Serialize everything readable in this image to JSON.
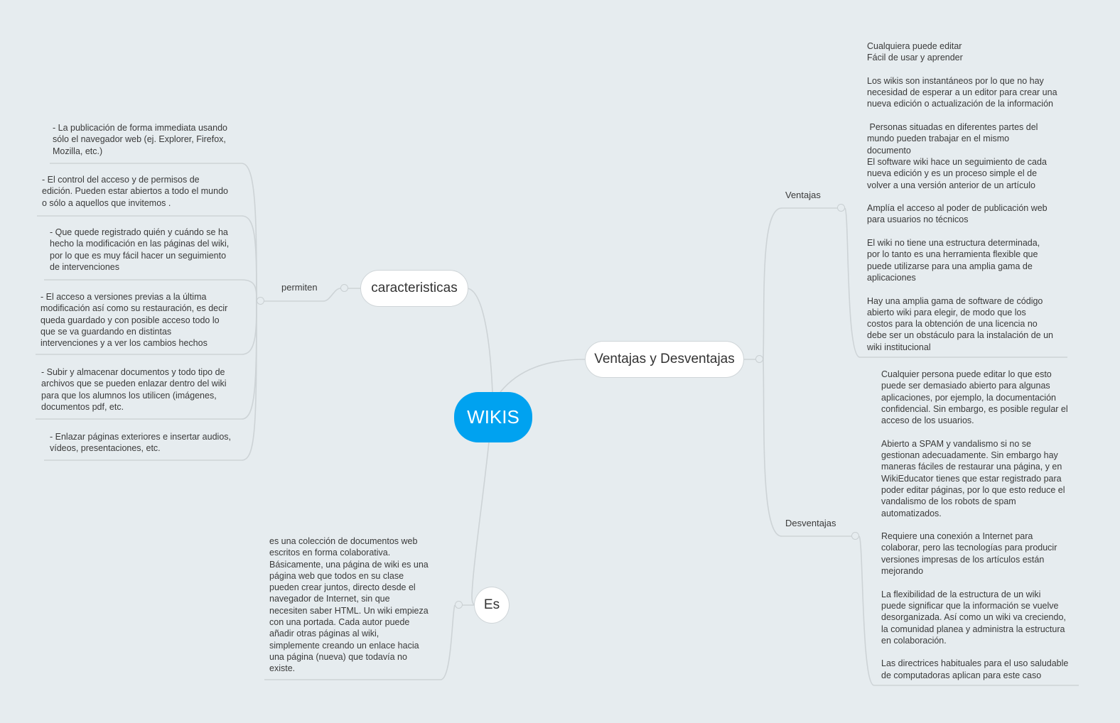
{
  "root": {
    "label": "WIKIS"
  },
  "caracteristicas": {
    "label": "caracteristicas",
    "relation": "permiten",
    "items": [
      "- La publicación de forma immediata usando\nsólo el navegador web (ej. Explorer, Firefox,\nMozilla, etc.)",
      "- El control del acceso y de permisos de\nedición. Pueden estar abiertos a todo el mundo\no sólo a aquellos que invitemos .",
      "- Que quede registrado quién y cuándo se ha\nhecho la modificación en las páginas del wiki,\npor lo que es muy fácil hacer un seguimiento\nde intervenciones",
      "- El acceso a versiones previas a la última\nmodificación así como su restauración, es decir\nqueda guardado y con posible acceso todo lo\nque se va guardando en distintas\nintervenciones y a ver los cambios hechos",
      "- Subir y almacenar documentos y todo tipo de\narchivos que se pueden enlazar dentro del wiki\npara que los alumnos los utilicen (imágenes,\ndocumentos pdf, etc.",
      "- Enlazar páginas exteriores e insertar audios,\nvídeos, presentaciones, etc."
    ]
  },
  "es": {
    "label": "Es",
    "text": "es una colección de documentos web\nescritos en forma colaborativa.\nBásicamente, una página de wiki es una\npágina web que todos en su clase\npueden crear juntos, directo desde el\nnavegador de Internet, sin que\nnecesiten saber HTML. Un wiki empieza\ncon una portada. Cada autor puede\nañadir otras páginas al wiki,\nsimplemente creando un enlace hacia\nuna página (nueva) que todavía no\nexiste."
  },
  "ventajas_desventajas": {
    "label": "Ventajas y Desventajas",
    "ventajas": {
      "label": "Ventajas",
      "text": "Cualquiera puede editar\nFácil de usar y aprender\n\nLos wikis son instantáneos por lo que no hay\nnecesidad de esperar a un editor para crear una\nnueva edición o actualización de la información\n\n Personas situadas en diferentes partes del\nmundo pueden trabajar en el mismo\ndocumento\nEl software wiki hace un seguimiento de cada\nnueva edición y es un proceso simple el de\nvolver a una versión anterior de un artículo\n\nAmplía el acceso al poder de publicación web\npara usuarios no técnicos\n\nEl wiki no tiene una estructura determinada,\npor lo tanto es una herramienta flexible que\npuede utilizarse para una amplia gama de\naplicaciones\n\nHay una amplia gama de software de código\nabierto wiki para elegir, de modo que los\ncostos para la obtención de una licencia no\ndebe ser un obstáculo para la instalación de un\nwiki institucional"
    },
    "desventajas": {
      "label": "Desventajas",
      "text": "Cualquier persona puede editar lo que esto\npuede ser demasiado abierto para algunas\naplicaciones, por ejemplo, la documentación\nconfidencial. Sin embargo, es posible regular el\nacceso de los usuarios.\n\nAbierto a SPAM y vandalismo si no se\ngestionan adecuadamente. Sin embargo hay\nmaneras fáciles de restaurar una página, y en\nWikiEducator tienes que estar registrado para\npoder editar páginas, por lo que esto reduce el\nvandalismo de los robots de spam\nautomatizados.\n\nRequiere una conexión a Internet para\ncolaborar, pero las tecnologías para producir\nversiones impresas de los artículos están\nmejorando\n\nLa flexibilidad de la estructura de un wiki\npuede significar que la información se vuelve\ndesorganizada. Así como un wiki va creciendo,\nla comunidad planea y administra la estructura\nen colaboración.\n\nLas directrices habituales para el uso saludable\nde computadoras aplican para este caso"
    }
  },
  "colors": {
    "background": "#e6ecef",
    "root_fill": "#00a2f0",
    "line": "#cdd3d6",
    "node_fill": "#ffffff"
  }
}
